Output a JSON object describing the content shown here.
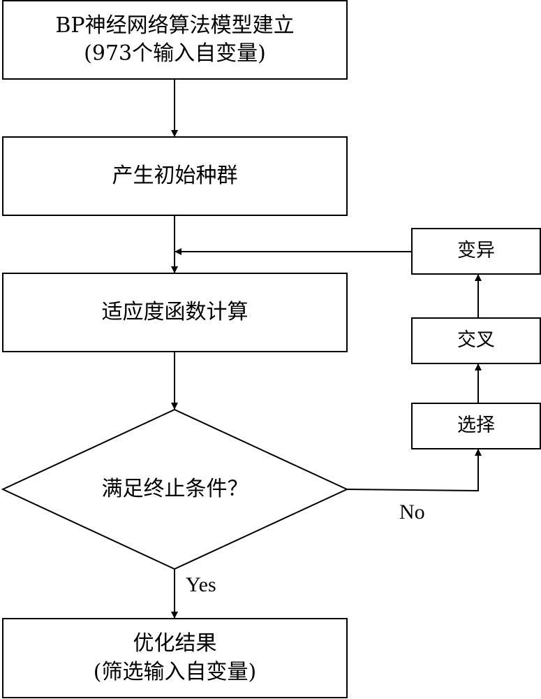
{
  "nodes": {
    "model": {
      "line1": "BP神经网络算法模型建立",
      "line2": "(973个输入自变量)"
    },
    "init_population": {
      "label": "产生初始种群"
    },
    "fitness": {
      "label": "适应度函数计算"
    },
    "decision": {
      "label": "满足终止条件？"
    },
    "result": {
      "line1": "优化结果",
      "line2": "(筛选输入自变量)"
    },
    "selection": {
      "label": "选择"
    },
    "crossover": {
      "label": "交叉"
    },
    "mutation": {
      "label": "变异"
    }
  },
  "edges": {
    "yes_label": "Yes",
    "no_label": "No"
  },
  "colors": {
    "stroke": "#000000",
    "background": "#ffffff"
  }
}
